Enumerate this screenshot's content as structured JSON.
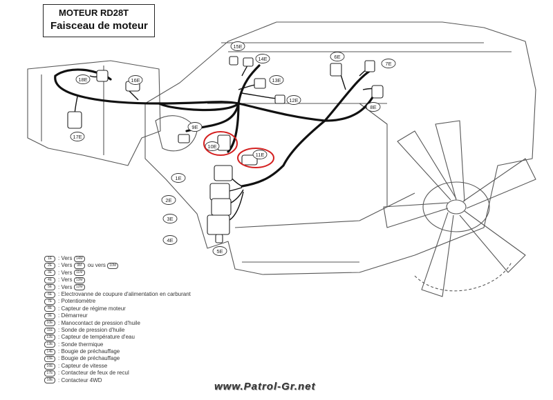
{
  "title": {
    "line1": "MOTEUR RD28T",
    "line2": "Faisceau de moteur"
  },
  "connectors": [
    {
      "id": "c1E",
      "label": "1E"
    },
    {
      "id": "c2E",
      "label": "2E"
    },
    {
      "id": "c3E",
      "label": "3E"
    },
    {
      "id": "c4E",
      "label": "4E"
    },
    {
      "id": "c5E",
      "label": "5E"
    },
    {
      "id": "c6E",
      "label": "6E"
    },
    {
      "id": "c7E",
      "label": "7E"
    },
    {
      "id": "c8E",
      "label": "8E"
    },
    {
      "id": "c9E",
      "label": "9E"
    },
    {
      "id": "c10E",
      "label": "10E"
    },
    {
      "id": "c11E",
      "label": "11E"
    },
    {
      "id": "c12E",
      "label": "12E"
    },
    {
      "id": "c13E",
      "label": "13E"
    },
    {
      "id": "c14E",
      "label": "14E"
    },
    {
      "id": "c15E",
      "label": "15E"
    },
    {
      "id": "c16E",
      "label": "16E"
    },
    {
      "id": "c17E",
      "label": "17E"
    },
    {
      "id": "c18E",
      "label": "18E"
    }
  ],
  "highlight_color": "#d42020",
  "legend": [
    {
      "code": "1E",
      "text": ": Vers",
      "ref": "14M",
      "text2": ""
    },
    {
      "code": "2E",
      "text": ": Vers",
      "ref": "9M",
      "text2": "ou vers",
      "ref2": "10M"
    },
    {
      "code": "3E",
      "text": ": Vers",
      "ref": "11M",
      "text2": ""
    },
    {
      "code": "4E",
      "text": ": Vers",
      "ref": "13M",
      "text2": ""
    },
    {
      "code": "5E",
      "text": ": Vers",
      "ref": "12M",
      "text2": ""
    },
    {
      "code": "6E",
      "text": ": Electrovanne de coupure d'alimentation en carburant"
    },
    {
      "code": "7E",
      "text": ": Potentiomètre"
    },
    {
      "code": "8E",
      "text": ": Capteur de régime moteur"
    },
    {
      "code": "9E",
      "text": ": Démarreur"
    },
    {
      "code": "10E",
      "text": ": Manocontact de pression d'huile"
    },
    {
      "code": "11E",
      "text": ": Sonde de pression d'huile"
    },
    {
      "code": "12E",
      "text": ": Capteur de température d'eau"
    },
    {
      "code": "13E",
      "text": ": Sonde thermique"
    },
    {
      "code": "14E",
      "text": ": Bougie de préchauffage"
    },
    {
      "code": "15E",
      "text": ": Bougie de préchauffage"
    },
    {
      "code": "16E",
      "text": ": Capteur de vitesse"
    },
    {
      "code": "17E",
      "text": ": Contacteur de feux de recul"
    },
    {
      "code": "18E",
      "text": ": Contacteur 4WD"
    }
  ],
  "watermark": "www.Patrol-Gr.net"
}
